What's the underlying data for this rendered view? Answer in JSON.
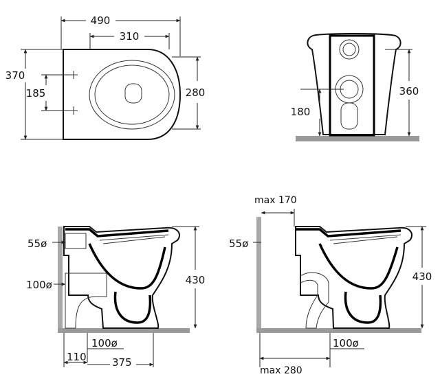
{
  "top_view": {
    "overall_width": "490",
    "bowl_width": "310",
    "overall_depth": "370",
    "fix_spacing": "185",
    "inner_depth": "280"
  },
  "front_view": {
    "total_height": "360",
    "outlet_height": "180"
  },
  "side_view_left": {
    "inlet_dia": "55ø",
    "outlet_dia": "100ø",
    "height": "430",
    "floor_outlet_dia": "100ø",
    "wall_offset": "110",
    "depth": "375"
  },
  "side_view_right": {
    "max_top": "max 170",
    "inlet_dia": "55ø",
    "height": "430",
    "floor_outlet_dia": "100ø",
    "max_bottom": "max 280"
  },
  "colors": {
    "line": "#111111",
    "floor": "#9a9a9a"
  }
}
